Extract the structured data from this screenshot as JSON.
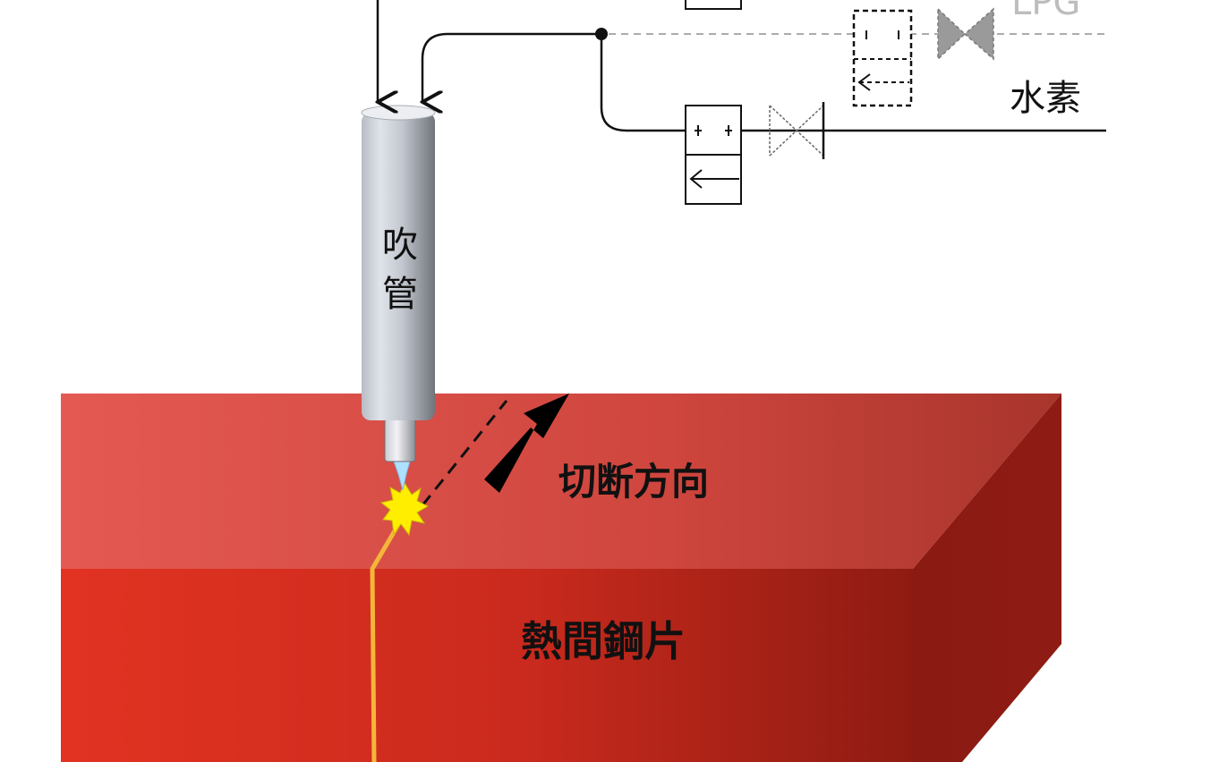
{
  "labels": {
    "torch": "吹管",
    "torch_char_1": "吹",
    "torch_char_2": "管",
    "lpg": "LPG",
    "hydrogen": "水素",
    "cutting_direction": "切断方向",
    "hot_steel": "熱間鋼片"
  },
  "colors": {
    "steel_top_light": "#e45a52",
    "steel_top_dark": "#a8352c",
    "steel_front_light": "#e23322",
    "steel_front_dark": "#8e1b12",
    "steel_side": "#8a1a12",
    "cut_line": "#f4b63a",
    "spark": "#ffee00",
    "torch_body": "#c6cbd4",
    "pipe": "#111111",
    "dashed_pipe": "#8f8f8f",
    "lpg_text": "#bdbdbd",
    "valve_gray": "#9a9a9a"
  }
}
